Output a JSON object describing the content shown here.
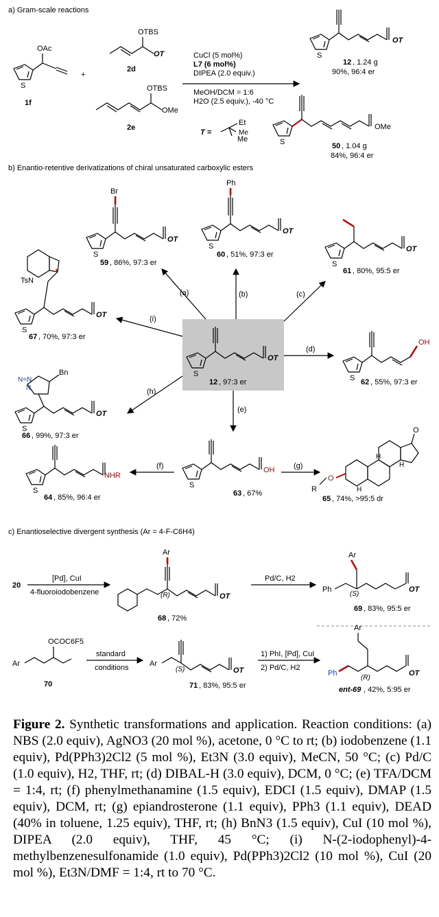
{
  "sections": {
    "a": "a) Gram-scale reactions",
    "b": "b) Enantio-retentive derivatizations of chiral unsaturated carboxylic esters",
    "c": "c) Enantioselective divergent synthesis (Ar = 4-F-C6H4)"
  },
  "part_a": {
    "substrate": "1f",
    "substrate_group": "OAc",
    "reagent_2d_label": "2d",
    "reagent_2d_group": "OTBS",
    "reagent_2d_ot": "OT",
    "reagent_2e_label": "2e",
    "reagent_2e_group1": "OTBS",
    "reagent_2e_group2": "OMe",
    "plus": "+",
    "conditions": [
      "CuCl (5 mol%)",
      "L7 (6 mol%)",
      "DIPEA (2.0 equiv.)",
      "MeOH/DCM = 1:6",
      "H2O (2.5 equiv.), -40 °C"
    ],
    "t_label": "T =",
    "t_et": "Et",
    "t_me": "Me",
    "product_12": {
      "label": "12",
      "yield": ", 1.24 g",
      "er": "90%, 96:4 er",
      "ot": "OT"
    },
    "product_50": {
      "label": "50",
      "yield": ", 1.04 g",
      "er": "84%, 96:4 er",
      "ome": "OMe"
    }
  },
  "part_b": {
    "center": {
      "label": "12",
      "er": ", 97:3 er"
    },
    "arrows": [
      "(a)",
      "(b)",
      "(c)",
      "(d)",
      "(e)",
      "(f)",
      "(g)",
      "(h)",
      "(i)"
    ],
    "products": {
      "p59": {
        "label": "59",
        "text": ", 86%, 97:3 er",
        "sub": "Br"
      },
      "p60": {
        "label": "60",
        "text": ", 51%, 97:3 er",
        "sub": "Ph"
      },
      "p61": {
        "label": "61",
        "text": ", 80%, 95:5 er"
      },
      "p62": {
        "label": "62",
        "text": ", 55%, 97:3 er",
        "sub": "OH"
      },
      "p63": {
        "label": "63",
        "text": ", 67%",
        "sub": "OH"
      },
      "p64": {
        "label": "64",
        "text": ", 85%, 96:4 er",
        "sub": "NHR"
      },
      "p65": {
        "label": "65",
        "text": ", 74%, >95:5 dr",
        "sub": "R"
      },
      "p66": {
        "label": "66",
        "text": ", 99%, 97:3 er",
        "sub": "Bn"
      },
      "p67": {
        "label": "67",
        "text": ", 70%, 97:3 er",
        "sub": "TsN"
      }
    }
  },
  "part_c": {
    "start": "20",
    "cond1_top": "[Pd], CuI",
    "cond1_bottom": "4-fluoroiodobenzene",
    "p68": {
      "label": "68",
      "text": ", 72%"
    },
    "cond2": "Pd/C, H2",
    "p69": {
      "label": "69",
      "text": ", 83%, 95:5 er"
    },
    "start2": "70",
    "start2_group": "OCOC6F5",
    "cond3_top": "standard",
    "cond3_bottom": "conditions",
    "p71": {
      "label": "71",
      "text": ", 83%, 95:5 er"
    },
    "cond4_1": "1) PhI, [Pd], CuI",
    "cond4_2": "2) Pd/C, H2",
    "pent69": {
      "label": "ent-69",
      "text": ", 42%, 5:95 er"
    },
    "ar": "Ar",
    "ph": "Ph",
    "ot": "OT"
  },
  "caption": {
    "title": "Figure 2.",
    "body": "Synthetic transformations and application. Reaction conditions: (a) NBS (2.0 equiv), AgNO3 (20 mol %), acetone, 0 °C to rt; (b) iodobenzene (1.1 equiv), Pd(PPh3)2Cl2 (5 mol %), Et3N (3.0 equiv), MeCN, 50 °C; (c) Pd/C (1.0 equiv), H2, THF, rt; (d) DIBAL-H (3.0 equiv), DCM, 0 °C; (e) TFA/DCM = 1:4, rt; (f) phenylmethanamine (1.5 equiv), EDCI (1.5 equiv), DMAP (1.5 equiv), DCM, rt; (g) epiandrosterone (1.1 equiv), PPh3 (1.1 equiv), DEAD (40% in toluene, 1.25 equiv), THF, rt; (h) BnN3 (1.5 equiv), CuI (10 mol %), DIPEA (2.0 equiv), THF, 45 °C; (i) N-(2-iodophenyl)-4-methylbenzenesulfonamide (1.0 equiv), Pd(PPh3)2Cl2 (10 mol %), CuI (20 mol %), Et3N/DMF = 1:4, rt to 70 °C."
  }
}
